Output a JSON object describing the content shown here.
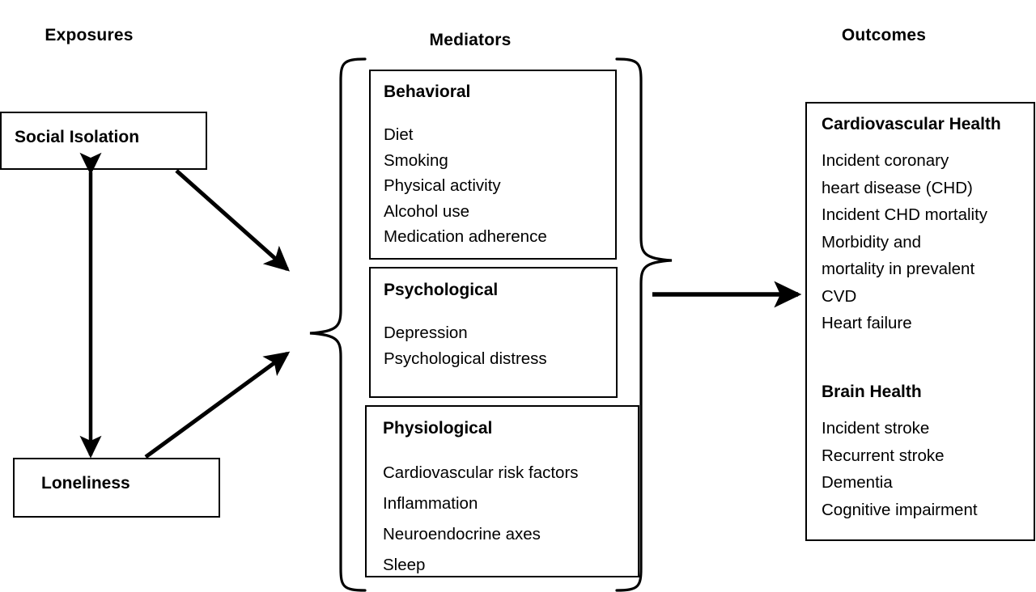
{
  "headings": {
    "exposures": "Exposures",
    "mediators": "Mediators",
    "outcomes": "Outcomes"
  },
  "exposures": {
    "social_isolation": "Social Isolation",
    "loneliness": "Loneliness"
  },
  "mediators": {
    "behavioral": {
      "title": "Behavioral",
      "items": [
        "Diet",
        "Smoking",
        "Physical activity",
        "Alcohol use",
        "Medication adherence"
      ]
    },
    "psychological": {
      "title": "Psychological",
      "items": [
        "Depression",
        "Psychological distress"
      ]
    },
    "physiological": {
      "title": "Physiological",
      "items": [
        "Cardiovascular risk factors",
        "Inflammation",
        "Neuroendocrine axes",
        "Sleep"
      ]
    }
  },
  "outcomes": {
    "cardiovascular": {
      "title": "Cardiovascular Health",
      "items": [
        "Incident coronary",
        "heart disease (CHD)",
        "Incident CHD mortality",
        "Morbidity and",
        "mortality in prevalent",
        "CVD",
        "Heart failure"
      ]
    },
    "brain": {
      "title": "Brain Health",
      "items": [
        "Incident stroke",
        "Recurrent stroke",
        "Dementia",
        "Cognitive impairment"
      ]
    }
  },
  "connectors": {
    "social_isolation_loneliness_arrow": "bidirectional-vertical-arrow",
    "social_isolation_to_mediators_arrow": "arrow-down-right",
    "loneliness_to_mediators_arrow": "arrow-up-right",
    "mediators_to_outcomes_arrow": "arrow-right",
    "left_brace": "curly-brace-left",
    "right_brace": "curly-brace-right"
  },
  "colors": {
    "stroke": "#000000",
    "background": "#ffffff"
  }
}
